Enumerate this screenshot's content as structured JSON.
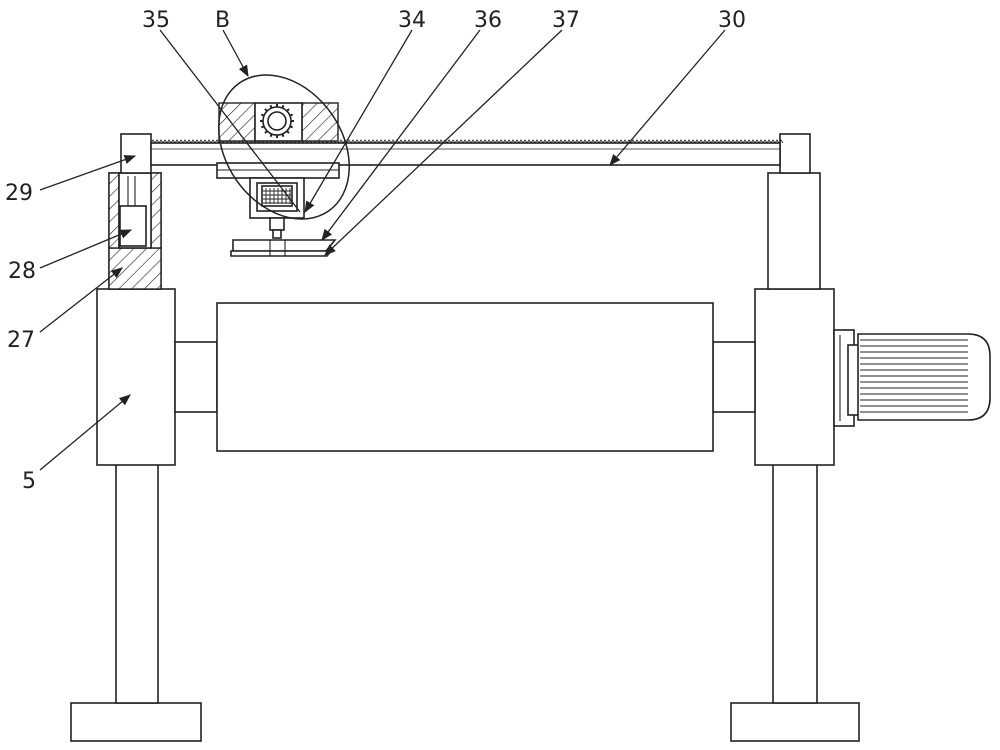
{
  "labels": {
    "l35": "35",
    "lB": "B",
    "l34": "34",
    "l36": "36",
    "l37": "37",
    "l30": "30",
    "l29": "29",
    "l28": "28",
    "l27": "27",
    "l5": "5"
  }
}
